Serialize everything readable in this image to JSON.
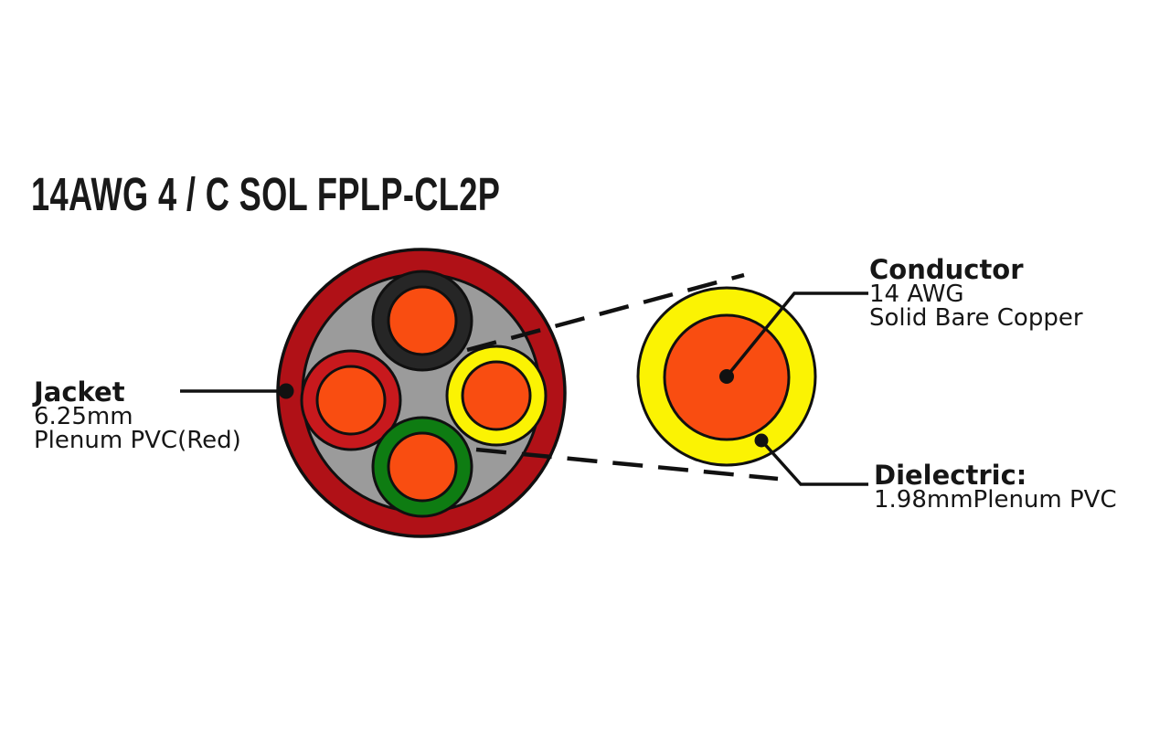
{
  "title": "14AWG 4 / C SOL FPLP-CL2P",
  "labels": {
    "jacket": {
      "title": "Jacket",
      "line1": "6.25mm",
      "line2": "Plenum PVC(Red)"
    },
    "conductor": {
      "title": "Conductor",
      "line1": "14 AWG",
      "line2": "Solid Bare Copper"
    },
    "dielectric": {
      "title": "Dielectric:",
      "line1": "1.98mmPlenum PVC"
    }
  },
  "colors": {
    "jacket_red": "#b01117",
    "filler_gray": "#9b9b9b",
    "insulation_black": "#262626",
    "insulation_red": "#c8191d",
    "insulation_yellow": "#fbf303",
    "insulation_green": "#0e7c12",
    "copper_orange": "#f94d11",
    "dielectric_yellow": "#fbf303"
  }
}
